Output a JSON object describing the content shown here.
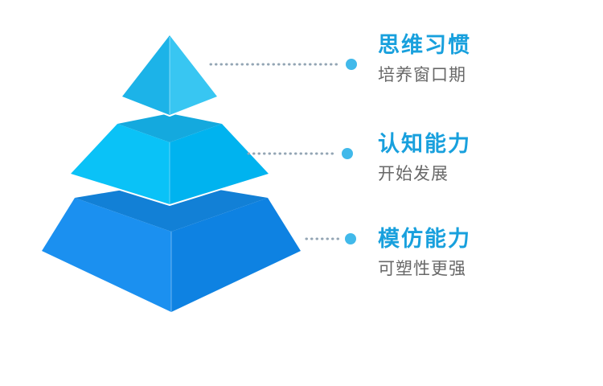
{
  "diagram": {
    "type": "pyramid-3-levels",
    "levels": [
      {
        "title": "思维习惯",
        "subtitle": "培养窗口期"
      },
      {
        "title": "认知能力",
        "subtitle": "开始发展"
      },
      {
        "title": "模仿能力",
        "subtitle": "可塑性更强"
      }
    ],
    "colors": {
      "title_text": "#18a0dd",
      "subtitle_text": "#686868",
      "dot_line": "#93a5b4",
      "dot_end": "#41b9ea",
      "tier1_left": "#1cb3e8",
      "tier1_right": "#38c6f2",
      "tier2_top": "#14a9de",
      "tier2_left": "#0ac2f7",
      "tier2_right": "#00b3ef",
      "tier3_top": "#1280d6",
      "tier3_left": "#1b90f0",
      "tier3_right": "#0e82e2",
      "background": "#ffffff"
    }
  }
}
